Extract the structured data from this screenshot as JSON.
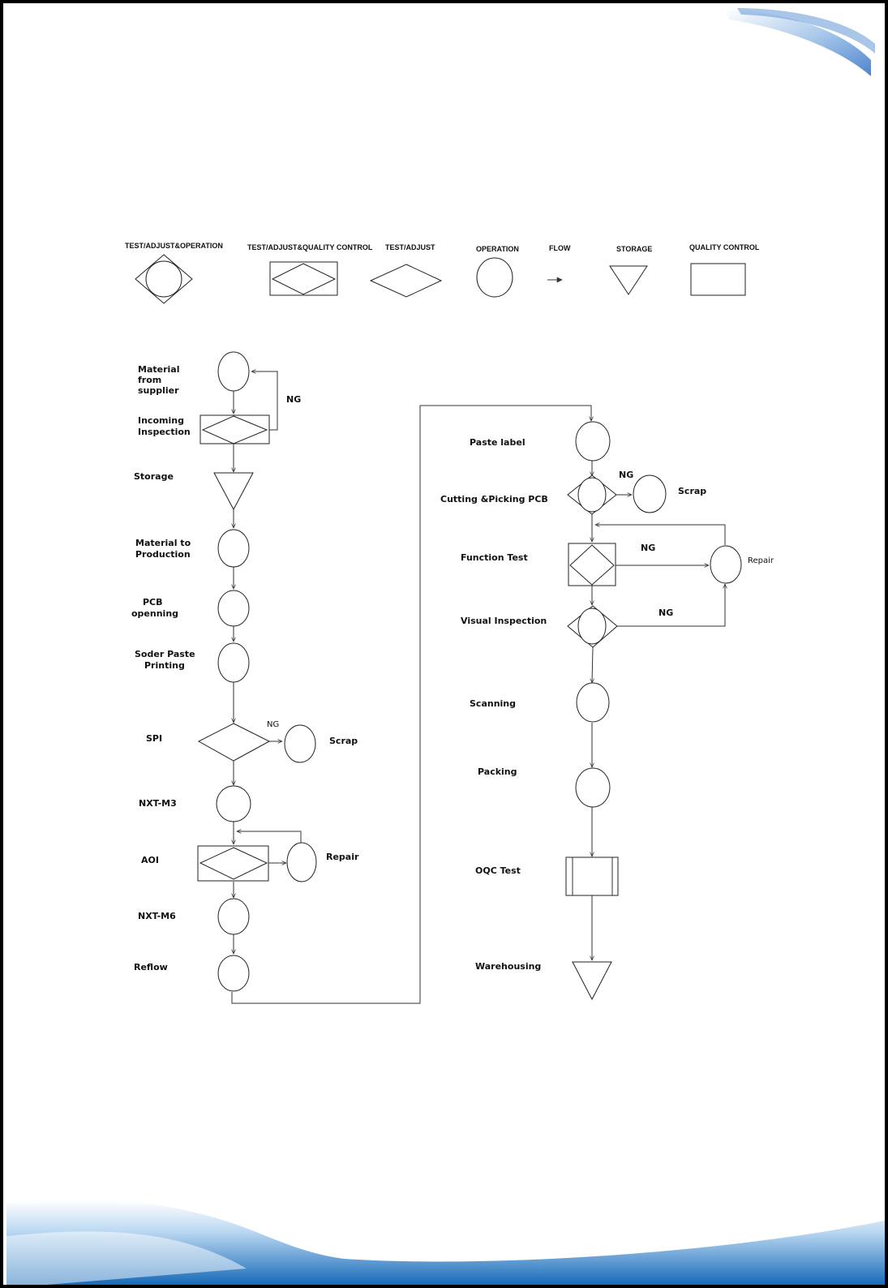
{
  "legend": {
    "items": [
      {
        "label": "TEST/ADJUST&OPERATION"
      },
      {
        "label": "TEST/ADJUST&QUALITY CONTROL"
      },
      {
        "label": "TEST/ADJUST"
      },
      {
        "label": "OPERATION"
      },
      {
        "label": "FLOW"
      },
      {
        "label": "STORAGE"
      },
      {
        "label": "QUALITY CONTROL"
      }
    ]
  },
  "left_flow": {
    "material_from_supplier": [
      "Material",
      "from",
      "supplier"
    ],
    "incoming_inspection": [
      "Incoming",
      "Inspection"
    ],
    "ng_incoming": "NG",
    "storage": "Storage",
    "material_to_production": [
      "Material to",
      "Production"
    ],
    "pcb_opening": [
      "PCB",
      "openning"
    ],
    "solder_paste_printing": [
      "Soder Paste",
      "Printing"
    ],
    "spi": "SPI",
    "ng_spi": "NG",
    "scrap": "Scrap",
    "nxt_m3": "NXT-M3",
    "aoi": "AOI",
    "repair": "Repair",
    "nxt_m6": "NXT-M6",
    "reflow": "Reflow"
  },
  "right_flow": {
    "paste_label": "Paste label",
    "cutting_picking": "Cutting &Picking PCB",
    "ng_cutting": "NG",
    "scrap": "Scrap",
    "function_test": "Function Test",
    "ng_function": "NG",
    "repair": "Repair",
    "visual_inspection": "Visual Inspection",
    "ng_visual": "NG",
    "scanning": "Scanning",
    "packing": "Packing",
    "oqc_test": "OQC Test",
    "warehousing": "Warehousing"
  },
  "colors": {
    "accent_blue": "#1a6fc0",
    "light_blue": "#cfe3f5",
    "stroke": "#222222"
  }
}
